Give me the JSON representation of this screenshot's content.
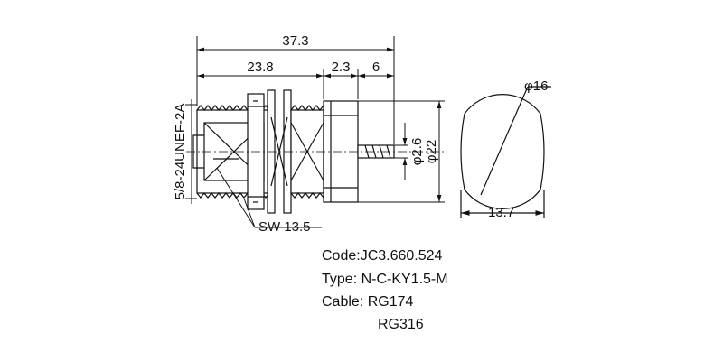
{
  "dimensions": {
    "overall_length": "37.3",
    "body_length": "23.8",
    "flange_width": "2.3",
    "pin_length": "6",
    "thread": "5/8-24UNEF-2A",
    "pin_diameter": "φ2.6",
    "flange_diameter": "φ22",
    "end_diameter": "φ16",
    "flat_width": "13.7",
    "wrench_size": "SW 13.5"
  },
  "product_info": {
    "code": "Code:JC3.660.524",
    "type": "Type: N-C-KY1.5-M",
    "cable_line1": "Cable: RG174",
    "cable_line2": "RG316"
  }
}
